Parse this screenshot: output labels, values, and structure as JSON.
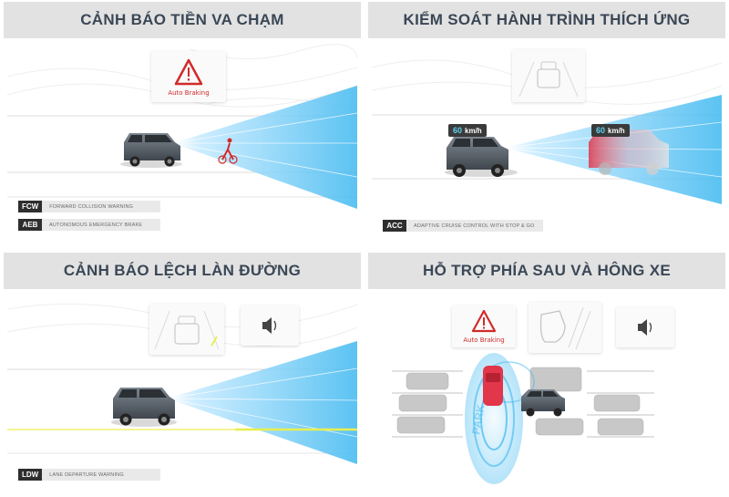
{
  "panels": {
    "fcw": {
      "title": "CẢNH BÁO TIỀN VA CHẠM",
      "warning_label": "Auto Braking",
      "tags": [
        {
          "code": "FCW",
          "text": "FORWARD COLLISION WARNING"
        },
        {
          "code": "AEB",
          "text": "AUTONOMOUS EMERGENCY BRAKE"
        }
      ]
    },
    "acc": {
      "title": "KIỂM SOÁT HÀNH TRÌNH THÍCH ỨNG",
      "speed_left": {
        "value": "60",
        "unit": "km/h"
      },
      "speed_right": {
        "value": "60",
        "unit": "km/h"
      },
      "tags": [
        {
          "code": "ACC",
          "text": "ADAPTIVE CRUISE CONTROL WITH STOP & GO"
        }
      ]
    },
    "ldw": {
      "title": "CẢNH BÁO LỆCH LÀN ĐƯỜNG",
      "tags": [
        {
          "code": "LDW",
          "text": "LANE DEPARTURE WARNING"
        }
      ]
    },
    "rear": {
      "title": "HỖ TRỢ PHÍA SAU VÀ HÔNG XE",
      "warning_label": "Auto Braking",
      "ground_text": "PARK"
    }
  },
  "icons": {
    "warning": "warning-triangle-icon",
    "speaker": "speaker-icon",
    "mirror": "side-mirror-icon",
    "car": "suv-car-icon"
  },
  "colors": {
    "header_bg": "#e2e2e2",
    "header_text": "#3a4756",
    "sensor_blue": "#3fb8f0",
    "warning_red": "#d12a2a",
    "speed_cyan": "#5fd0f0"
  }
}
